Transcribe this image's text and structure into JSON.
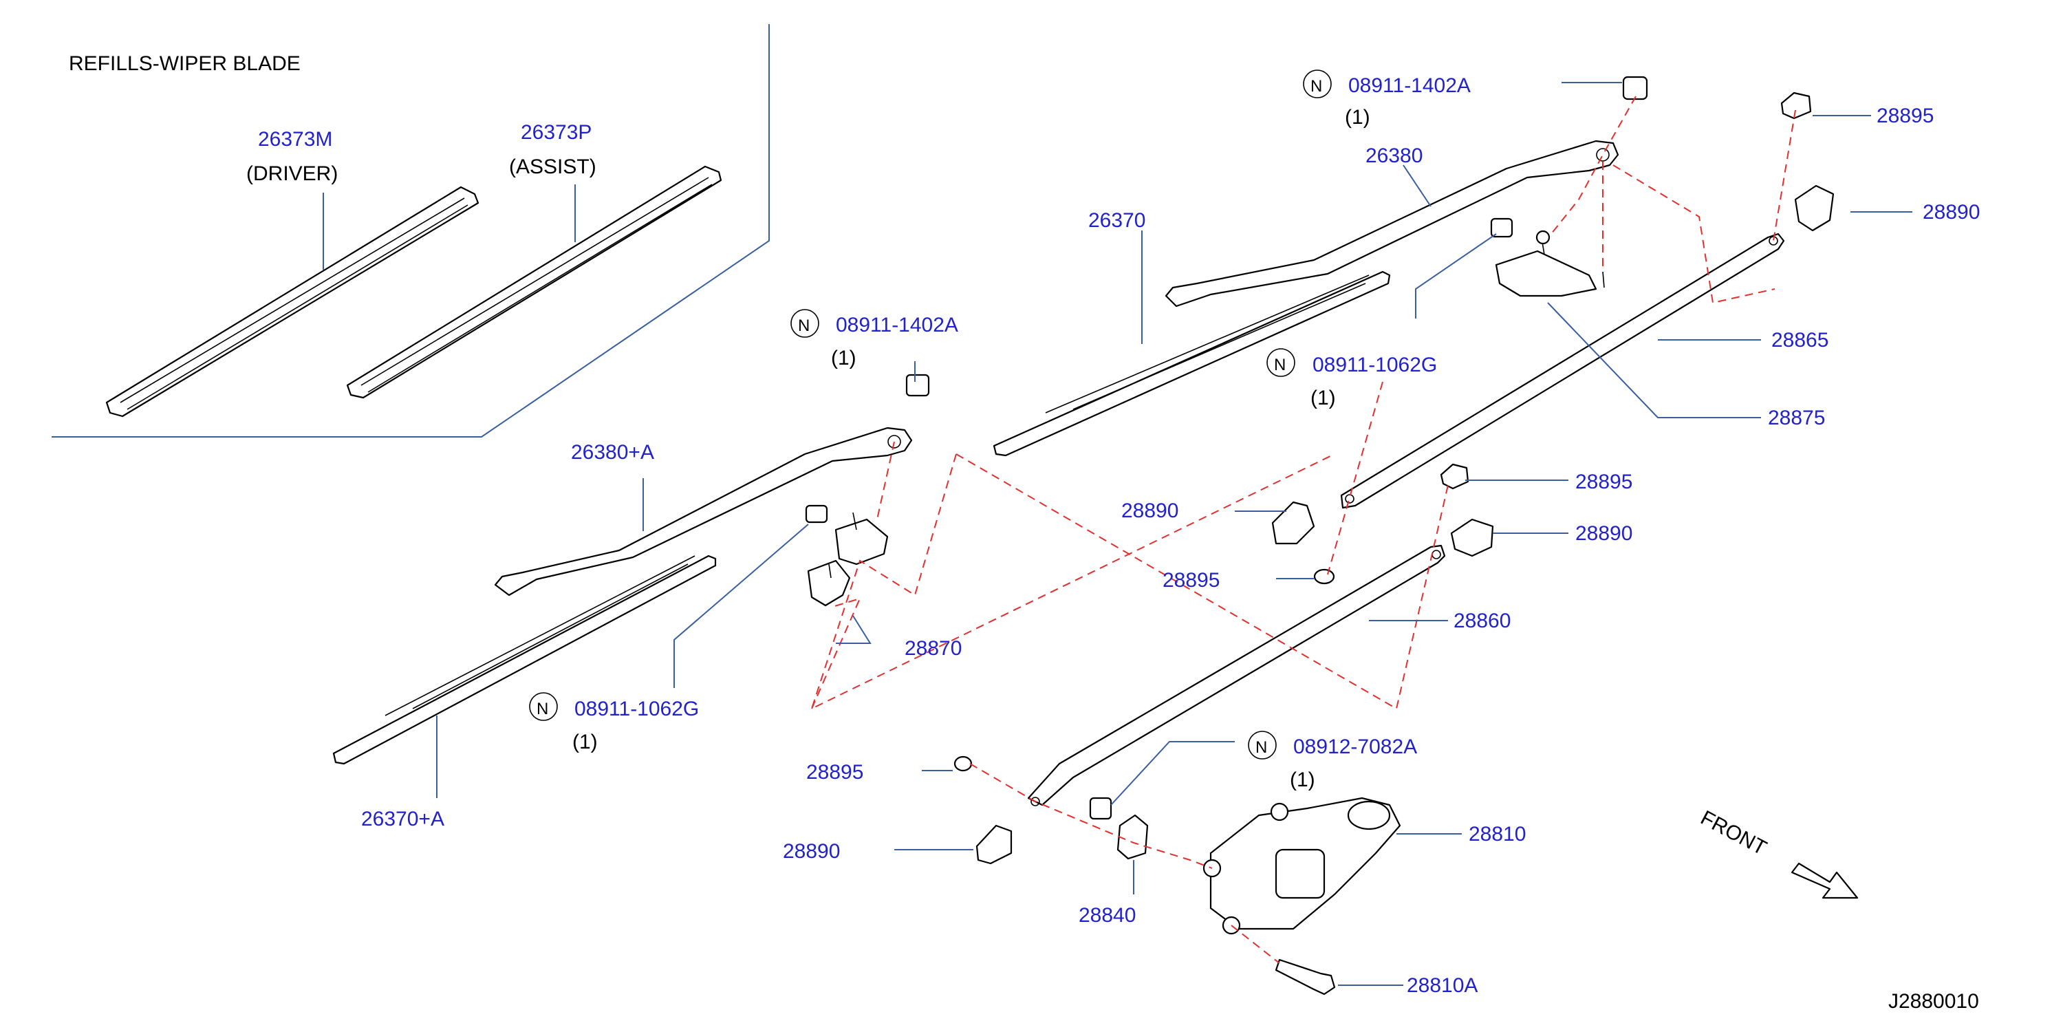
{
  "inset": {
    "title": "REFILLS-WIPER  BLADE"
  },
  "labels": {
    "p26373M": "26373M",
    "driver": "(DRIVER)",
    "p26373P": "26373P",
    "assist": "(ASSIST)",
    "p26380A": "26380+A",
    "p26370A": "26370+A",
    "p26370": "26370",
    "p26380": "26380",
    "p28870": "28870",
    "p28890a": "28890",
    "p28895a": "28895",
    "p28895b": "28895",
    "p28890b": "28890",
    "p28865": "28865",
    "p28875": "28875",
    "p28895c": "28895",
    "p28890c": "28890",
    "p28860": "28860",
    "p28890d": "28890",
    "p28895d": "28895",
    "p28810": "28810",
    "p28840": "28840",
    "p28810A": "28810A"
  },
  "nuts": [
    {
      "n": "N",
      "code": "08911-1402A",
      "qty": "(1)"
    },
    {
      "n": "N",
      "code": "08911-1062G",
      "qty": "(1)"
    },
    {
      "n": "N",
      "code": "08911-1402A",
      "qty": "(1)"
    },
    {
      "n": "N",
      "code": "08911-1062G",
      "qty": "(1)"
    },
    {
      "n": "N",
      "code": "08912-7082A",
      "qty": "(1)"
    }
  ],
  "front_label": "FRONT",
  "diagram_code": "J2880010",
  "colors": {
    "label": "#2222cc",
    "leader": "#3a5fa0",
    "dashed": "#e23030"
  }
}
